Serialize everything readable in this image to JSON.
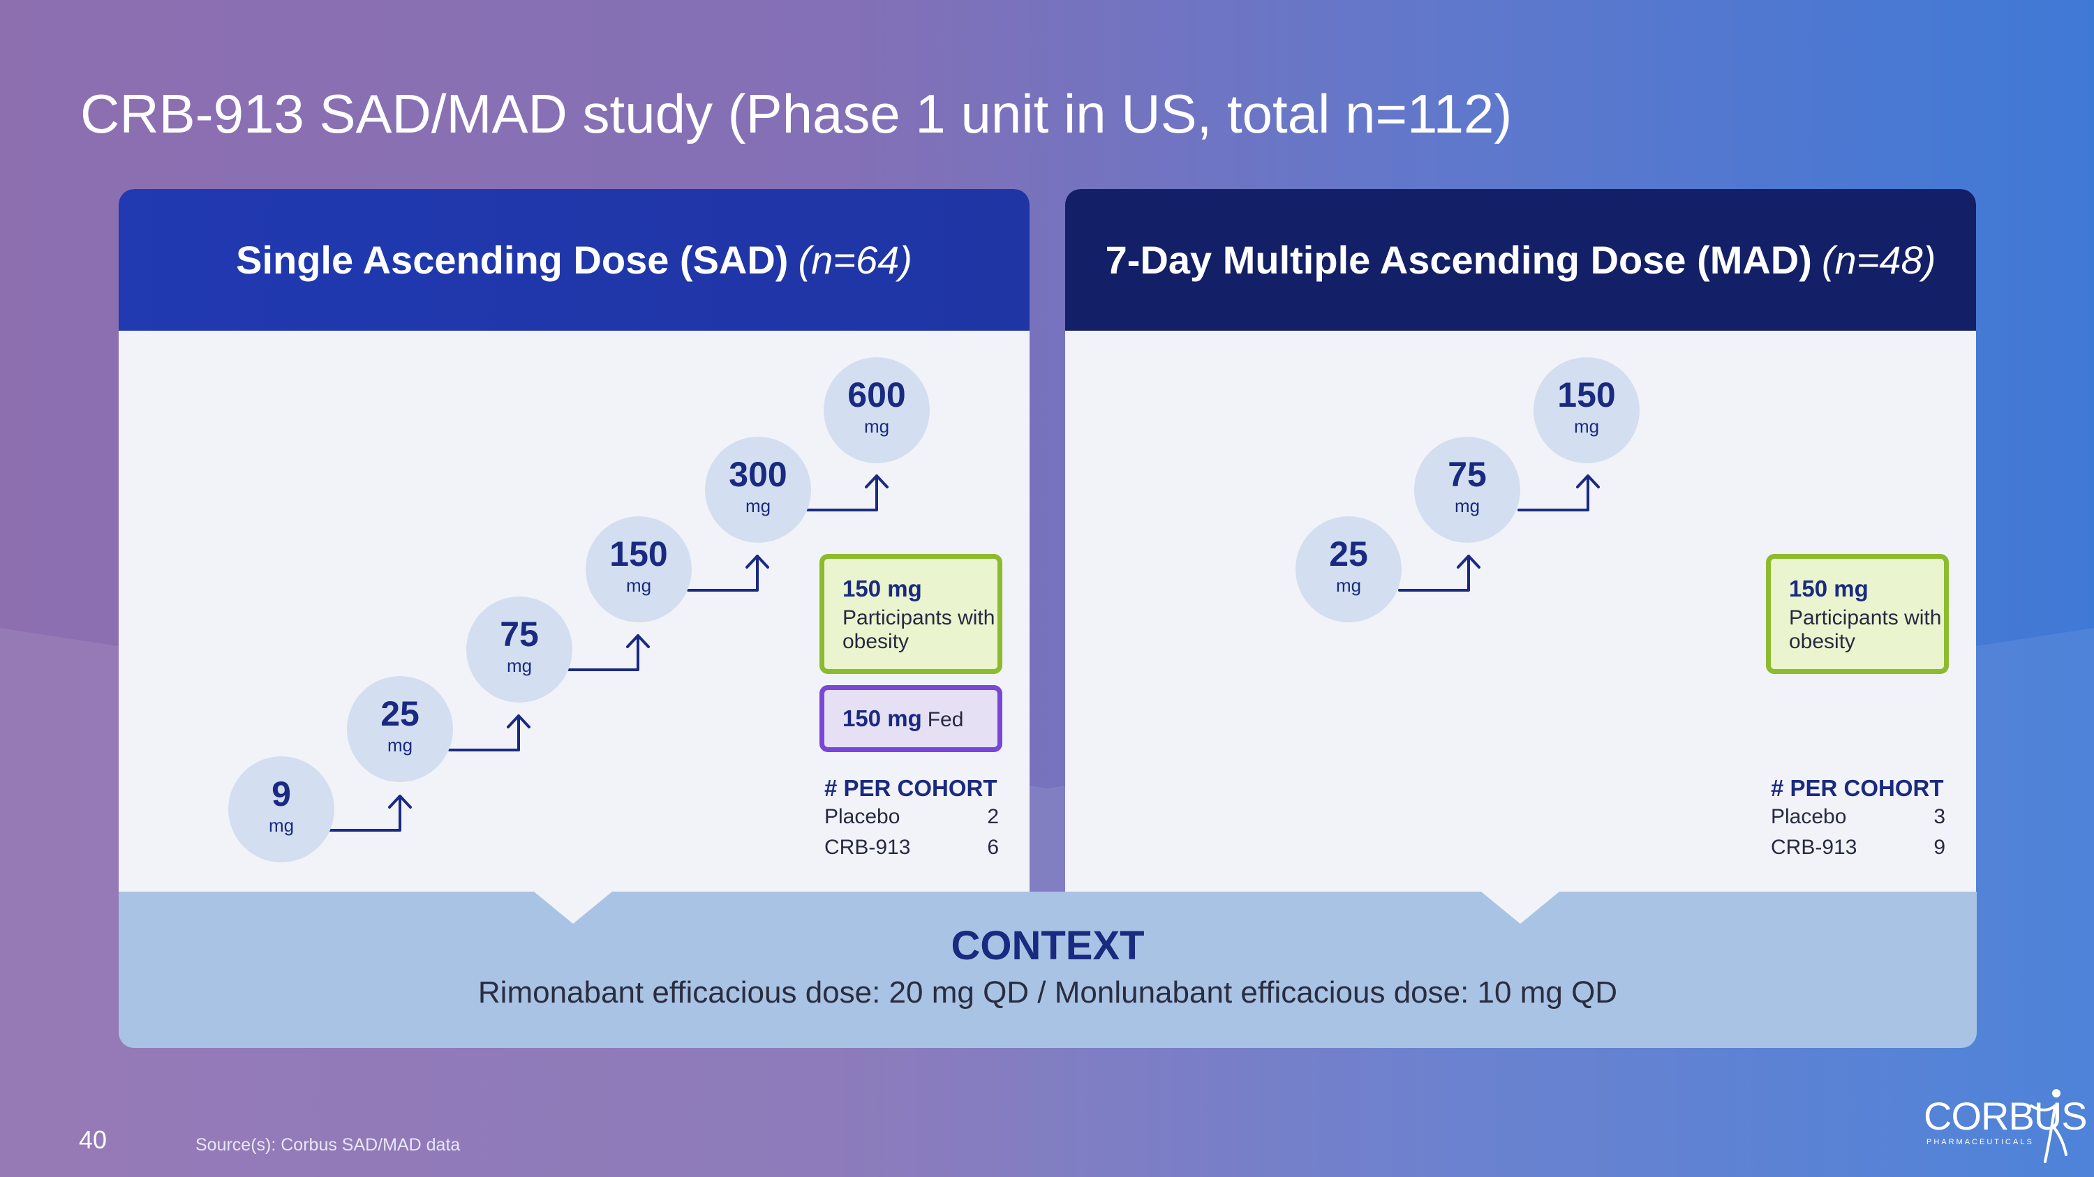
{
  "title": "CRB-913 SAD/MAD study (Phase 1 unit in US, total n=112)",
  "sad": {
    "title": "Single Ascending Dose (SAD)",
    "n": "(n=64)",
    "doses": [
      {
        "value": "9",
        "unit": "mg"
      },
      {
        "value": "25",
        "unit": "mg"
      },
      {
        "value": "75",
        "unit": "mg"
      },
      {
        "value": "150",
        "unit": "mg"
      },
      {
        "value": "300",
        "unit": "mg"
      },
      {
        "value": "600",
        "unit": "mg"
      }
    ],
    "obesity_box": {
      "dose": "150 mg",
      "text": "Participants with obesity"
    },
    "fed_box": {
      "dose": "150 mg",
      "text": "Fed"
    },
    "cohort": {
      "header": "# PER COHORT",
      "rows": [
        {
          "label": "Placebo",
          "value": "2"
        },
        {
          "label": "CRB-913",
          "value": "6"
        }
      ]
    }
  },
  "mad": {
    "title": "7-Day Multiple Ascending Dose (MAD)",
    "n": "(n=48)",
    "doses": [
      {
        "value": "25",
        "unit": "mg"
      },
      {
        "value": "75",
        "unit": "mg"
      },
      {
        "value": "150",
        "unit": "mg"
      }
    ],
    "obesity_box": {
      "dose": "150 mg",
      "text": "Participants with obesity"
    },
    "cohort": {
      "header": "# PER COHORT",
      "rows": [
        {
          "label": "Placebo",
          "value": "3"
        },
        {
          "label": "CRB-913",
          "value": "9"
        }
      ]
    }
  },
  "context": {
    "heading": "CONTEXT",
    "text": "Rimonabant efficacious dose: 20 mg QD  /  Monlunabant efficacious dose: 10 mg QD"
  },
  "footer": {
    "page_number": "40",
    "source": "Source(s): Corbus SAD/MAD data",
    "logo_word": "CORBUS",
    "logo_sub": "PHARMACEUTICALS"
  },
  "colors": {
    "sad_header": "#2139b1",
    "mad_header": "#131f66",
    "dose_circle": "#d3dff0",
    "obesity_border": "#8cbb2e",
    "fed_border": "#7a46d6",
    "context_bg": "#a9c3e4",
    "accent_text": "#1a2a80"
  }
}
